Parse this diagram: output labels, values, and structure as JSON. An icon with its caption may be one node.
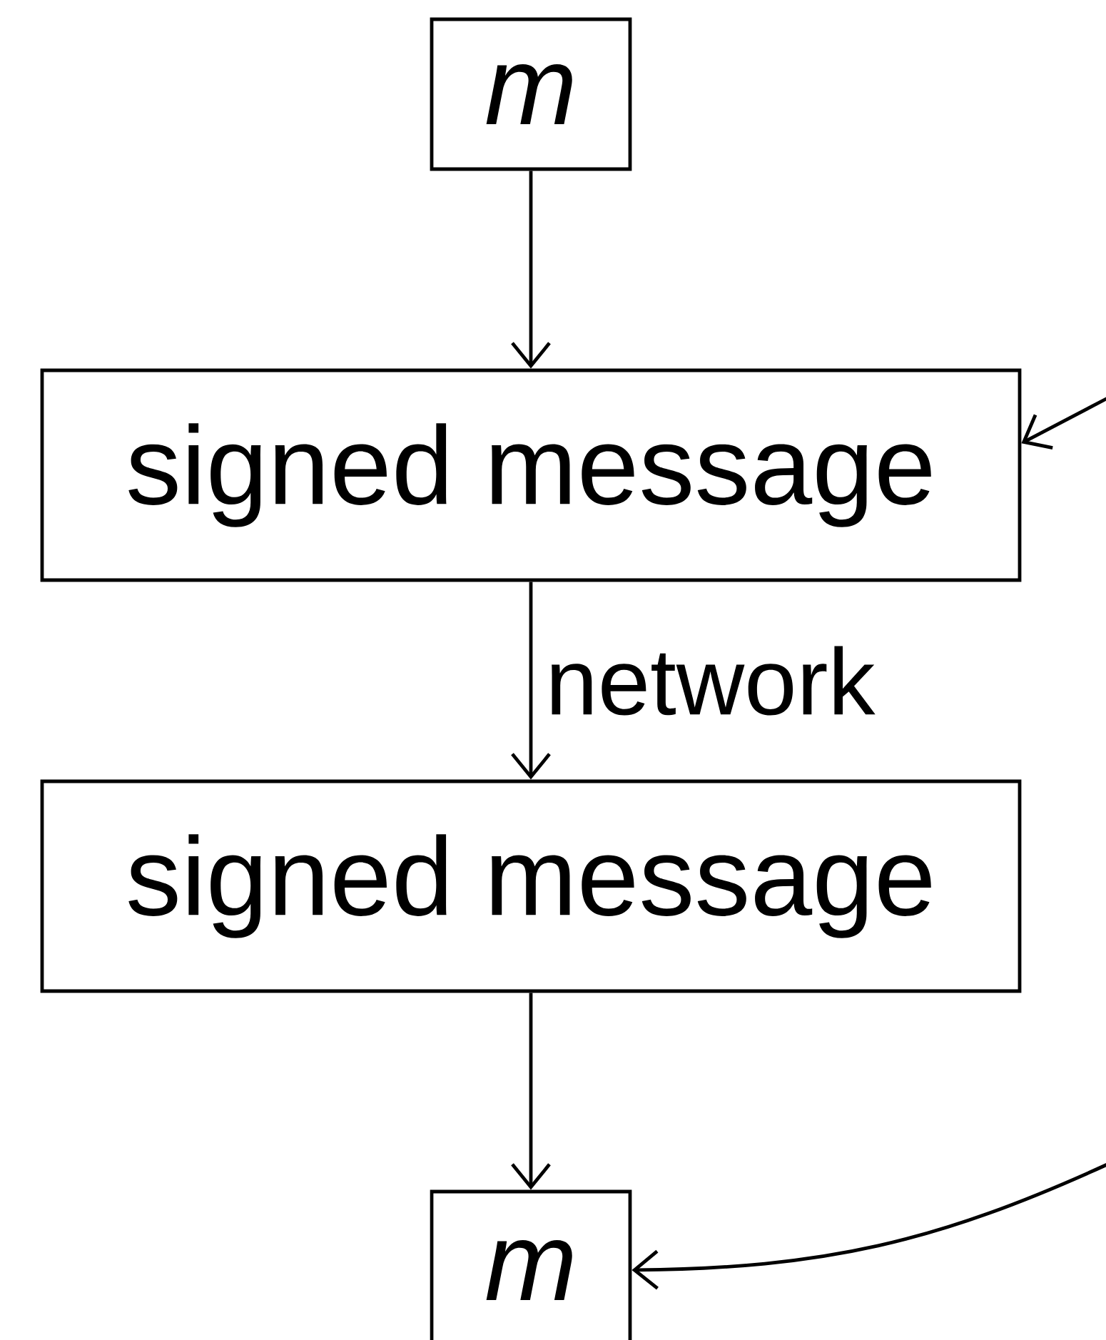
{
  "diagram": {
    "nodes": [
      {
        "text": [
          "m"
        ]
      },
      {
        "text": [
          "signed message"
        ]
      },
      {
        "text": [
          "signed message"
        ]
      },
      {
        "text": [
          "m"
        ]
      }
    ],
    "edges": [
      {
        "from": 0,
        "to": 1,
        "arrow": "to"
      },
      {
        "from": 1,
        "to": 2,
        "arrow": "to",
        "label": "network"
      },
      {
        "from": 2,
        "to": 3,
        "arrow": "to"
      },
      {
        "from": null,
        "to": 1,
        "arrow": "to"
      },
      {
        "from": null,
        "to": 3,
        "arrow": "to"
      }
    ]
  }
}
